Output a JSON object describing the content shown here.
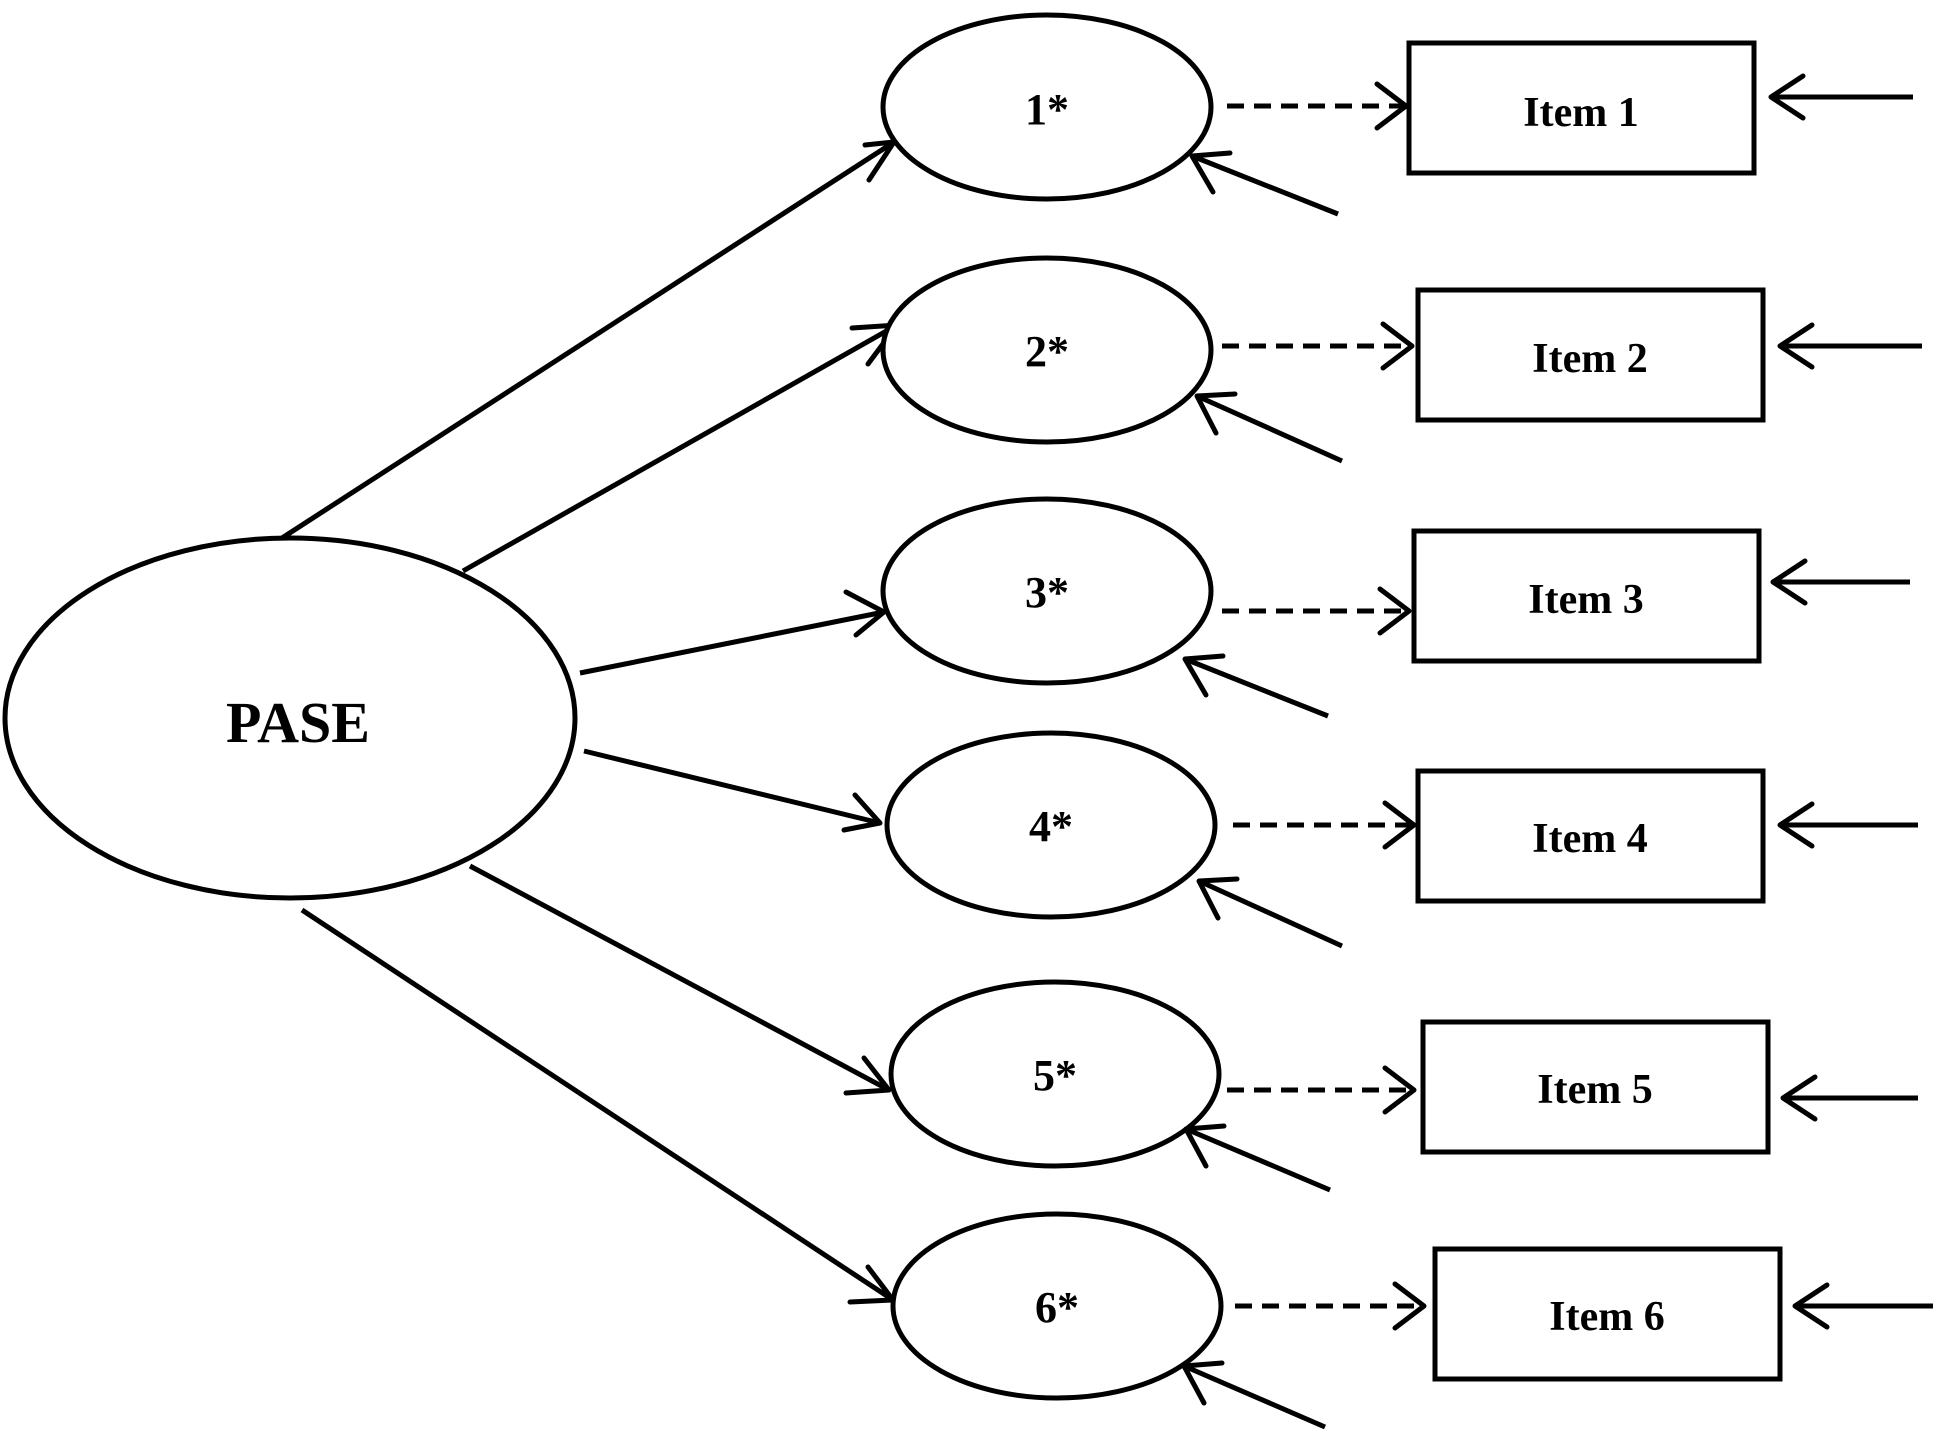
{
  "diagram": {
    "root": {
      "label": "PASE"
    },
    "factors": [
      {
        "label": "1*"
      },
      {
        "label": "2*"
      },
      {
        "label": "3*"
      },
      {
        "label": "4*"
      },
      {
        "label": "5*"
      },
      {
        "label": "6*"
      }
    ],
    "items": [
      {
        "label": "Item 1"
      },
      {
        "label": "Item 2"
      },
      {
        "label": "Item 3"
      },
      {
        "label": "Item 4"
      },
      {
        "label": "Item 5"
      },
      {
        "label": "Item 6"
      }
    ]
  }
}
